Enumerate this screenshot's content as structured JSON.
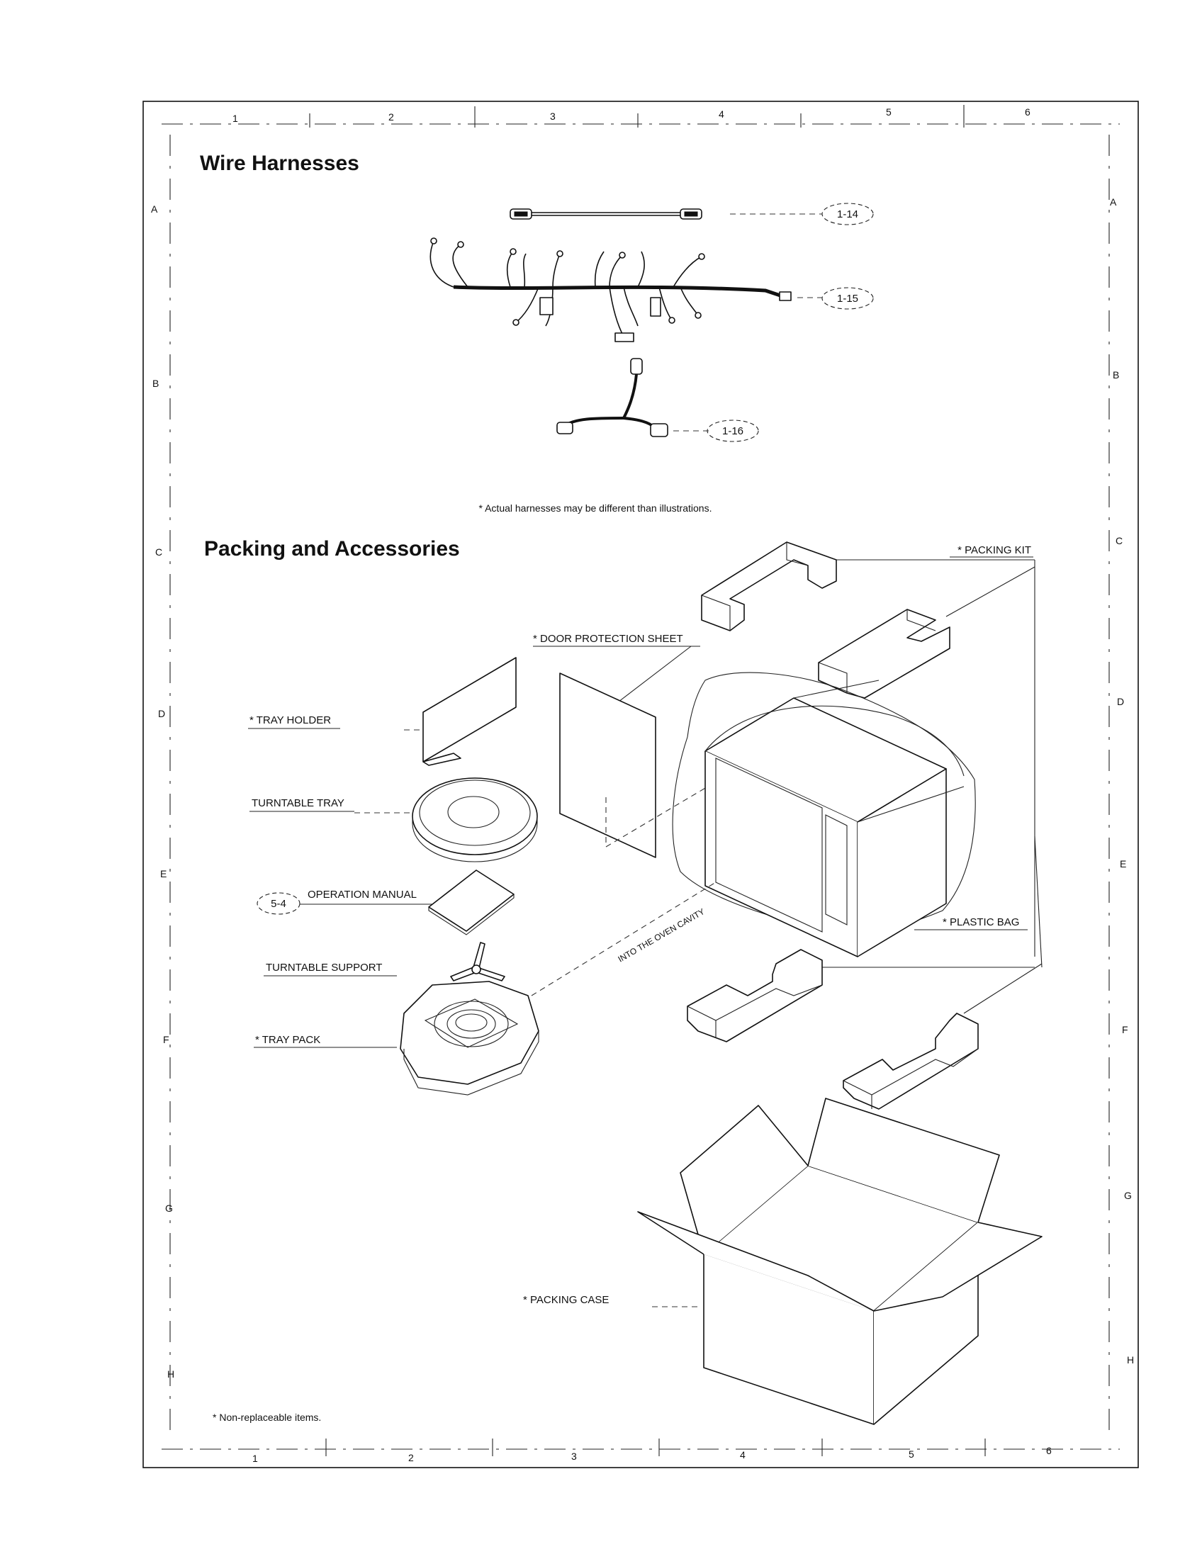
{
  "grid": {
    "columns_top": [
      "1",
      "2",
      "3",
      "4",
      "5",
      "6"
    ],
    "columns_bottom": [
      "1",
      "2",
      "3",
      "4",
      "5",
      "6"
    ],
    "rows_left": [
      "A",
      "B",
      "C",
      "D",
      "E",
      "F",
      "G",
      "H"
    ],
    "rows_right": [
      "A",
      "B",
      "C",
      "D",
      "E",
      "F",
      "G",
      "H"
    ]
  },
  "wire_harnesses": {
    "title": "Wire Harnesses",
    "callouts": [
      "1-14",
      "1-15",
      "1-16"
    ],
    "note": "* Actual harnesses may be different than illustrations."
  },
  "packing": {
    "title": "Packing and Accessories",
    "labels": {
      "packing_kit": "* PACKING KIT",
      "door_protection_sheet": "* DOOR PROTECTION SHEET",
      "tray_holder": "* TRAY HOLDER",
      "turntable_tray": "TURNTABLE TRAY",
      "manual_ref": "5-4",
      "operation_manual": "OPERATION MANUAL",
      "turntable_support": "TURNTABLE SUPPORT",
      "tray_pack": "* TRAY PACK",
      "plastic_bag": "* PLASTIC BAG",
      "into_oven_cavity": "INTO THE OVEN CAVITY",
      "packing_case": "* PACKING CASE"
    }
  },
  "footnote": "* Non-replaceable items."
}
